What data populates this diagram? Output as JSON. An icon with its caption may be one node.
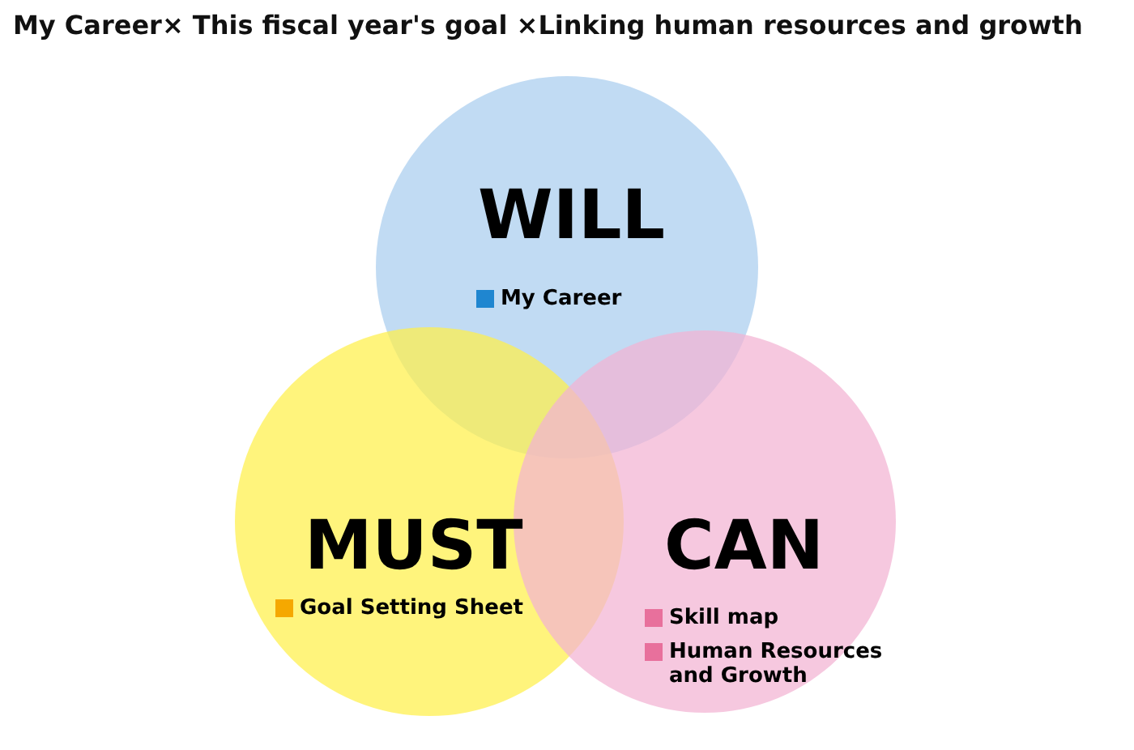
{
  "diagram": {
    "title": "My Career× This fiscal year's goal ×Linking human resources and growth",
    "nodes": [
      {
        "text": [
          "WILL",
          "My Career"
        ]
      },
      {
        "text": [
          "MUST",
          "Goal Setting Sheet"
        ]
      },
      {
        "text": [
          "CAN",
          "Skill map",
          "Human Resources and Growth"
        ]
      }
    ],
    "edges": []
  }
}
